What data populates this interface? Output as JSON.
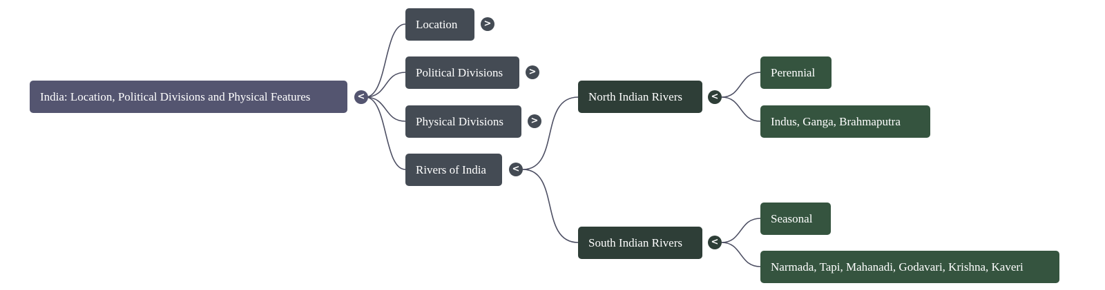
{
  "root": {
    "label": "India: Location, Political Divisions and Physical Features",
    "toggle": "<"
  },
  "branches": [
    {
      "label": "Location",
      "toggle": ">"
    },
    {
      "label": "Political Divisions",
      "toggle": ">"
    },
    {
      "label": "Physical Divisions",
      "toggle": ">"
    },
    {
      "label": "Rivers of India",
      "toggle": "<"
    }
  ],
  "rivers": {
    "north": {
      "label": "North Indian Rivers",
      "toggle": "<",
      "children": [
        "Perennial",
        "Indus, Ganga, Brahmaputra"
      ]
    },
    "south": {
      "label": "South Indian Rivers",
      "toggle": "<",
      "children": [
        "Seasonal",
        "Narmada, Tapi, Mahanadi, Godavari, Krishna, Kaveri"
      ]
    }
  },
  "colors": {
    "root": "#545570",
    "branch": "#444b54",
    "subbranch": "#2e3e37",
    "leaf": "#35543f",
    "connector": "#4d4f63"
  }
}
